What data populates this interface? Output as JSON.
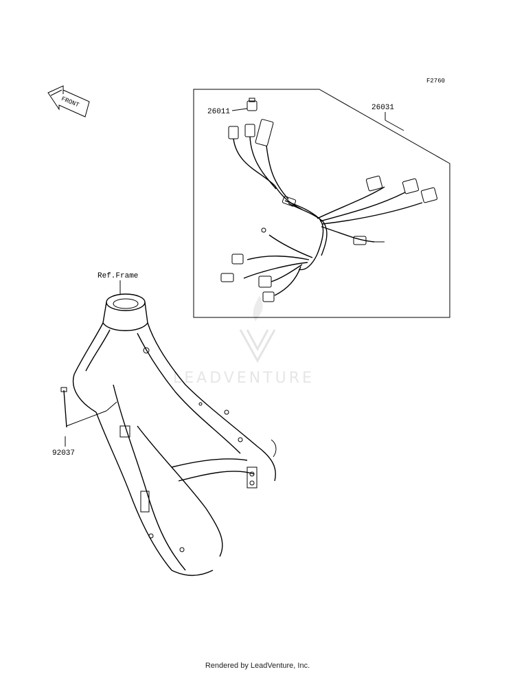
{
  "figure_code": "F2760",
  "front_indicator": "FRONT",
  "watermark": "LEADVENTURE",
  "callouts": {
    "connector": "26011",
    "harness": "26031",
    "frame_ref": "Ref.Frame",
    "band": "92037"
  },
  "footer": "Rendered by LeadVenture, Inc.",
  "icons": [
    "front-arrow-icon",
    "leadventure-logo-icon"
  ],
  "colors": {
    "line": "#000000",
    "watermark": "#e6e6e6",
    "background": "#ffffff"
  }
}
